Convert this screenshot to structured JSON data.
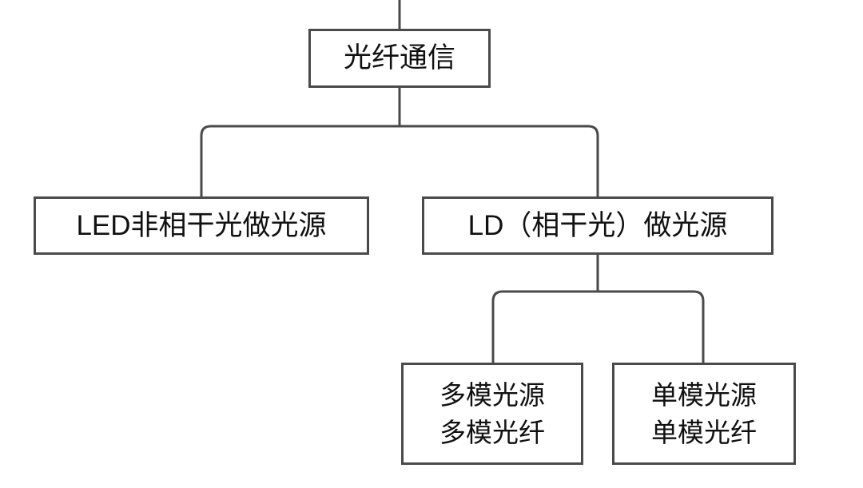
{
  "diagram": {
    "type": "tree",
    "orientation": "top-down",
    "background_color": "#ffffff",
    "line_color": "#4a4a4a",
    "text_color": "#111111",
    "nodes": {
      "root": {
        "id": "root",
        "label": "光纤通信",
        "level": 0
      },
      "led": {
        "id": "led",
        "label": "LED非相干光做光源",
        "level": 1
      },
      "ld": {
        "id": "ld",
        "label": "LD（相干光）做光源",
        "level": 1
      },
      "multimode": {
        "id": "multimode",
        "line1": "多模光源",
        "line2": "多模光纤",
        "level": 2
      },
      "singlemode": {
        "id": "singlemode",
        "line1": "单模光源",
        "line2": "单模光纤",
        "level": 2
      }
    },
    "edges": [
      {
        "from": "above",
        "to": "root"
      },
      {
        "from": "root",
        "to": "led"
      },
      {
        "from": "root",
        "to": "ld"
      },
      {
        "from": "ld",
        "to": "multimode"
      },
      {
        "from": "ld",
        "to": "singlemode"
      }
    ]
  }
}
